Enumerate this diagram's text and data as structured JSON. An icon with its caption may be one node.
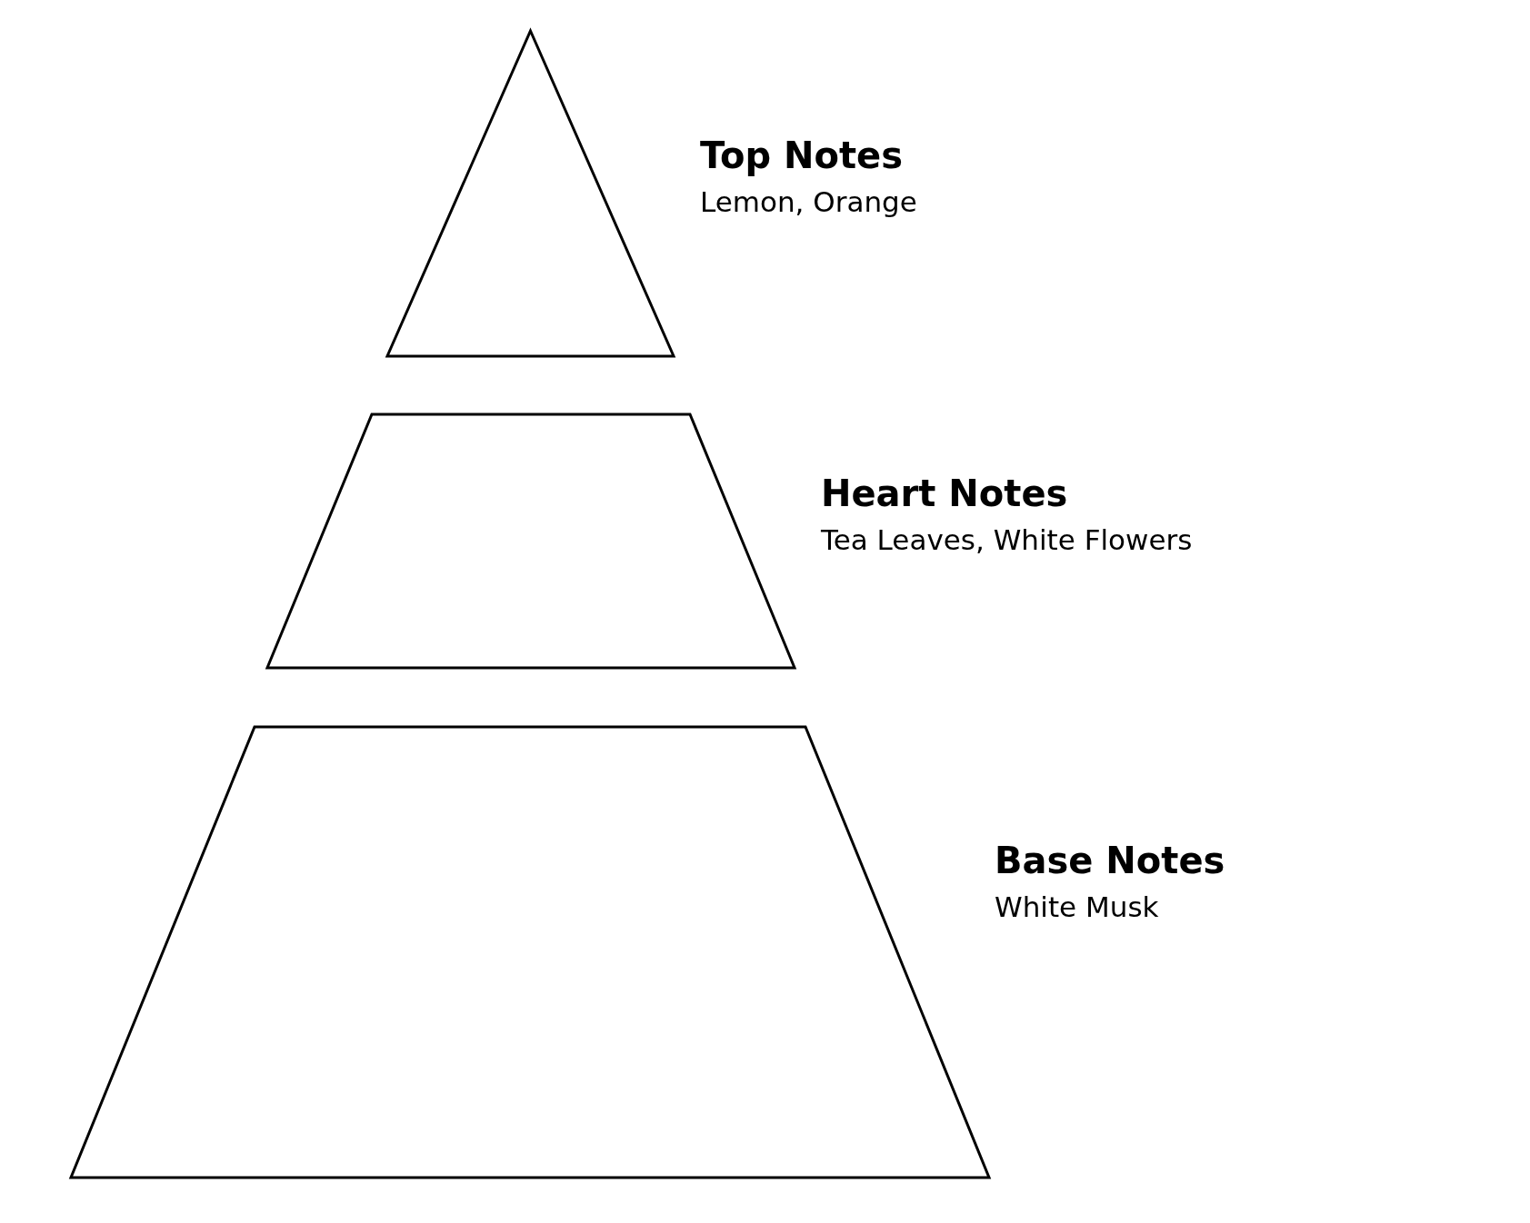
{
  "diagram": {
    "nodes": [
      {
        "text": [],
        "shape": "triangle",
        "beside": [
          "Top Notes",
          "Lemon, Orange"
        ]
      },
      {
        "text": [],
        "shape": "trapezoid",
        "beside": [
          "Heart Notes",
          "Tea Leaves, White Flowers"
        ]
      },
      {
        "text": [],
        "shape": "trapezoid",
        "beside": [
          "Base Notes",
          "White Musk"
        ]
      }
    ]
  }
}
